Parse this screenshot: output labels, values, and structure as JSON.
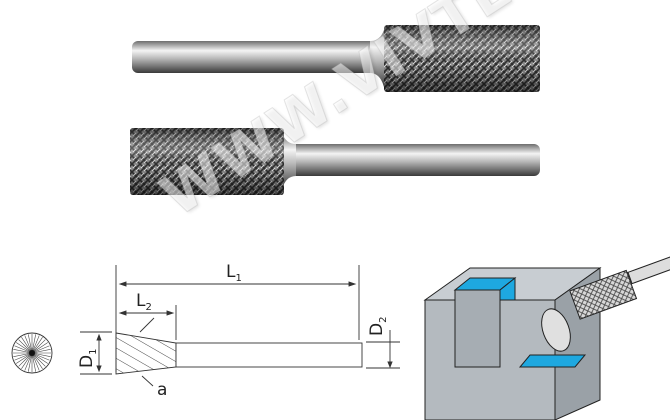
{
  "watermark": "WWW.VIVTECH.RU",
  "drawing": {
    "labels": {
      "L1": "L",
      "L1_sub": "1",
      "L2": "L",
      "L2_sub": "2",
      "D1": "D",
      "D1_sub": "1",
      "D2": "D",
      "D2_sub": "2",
      "a": "a"
    }
  },
  "colors": {
    "workpiece_blue": "#1ea8e0",
    "workpiece_gray": "#c8cdd2"
  }
}
